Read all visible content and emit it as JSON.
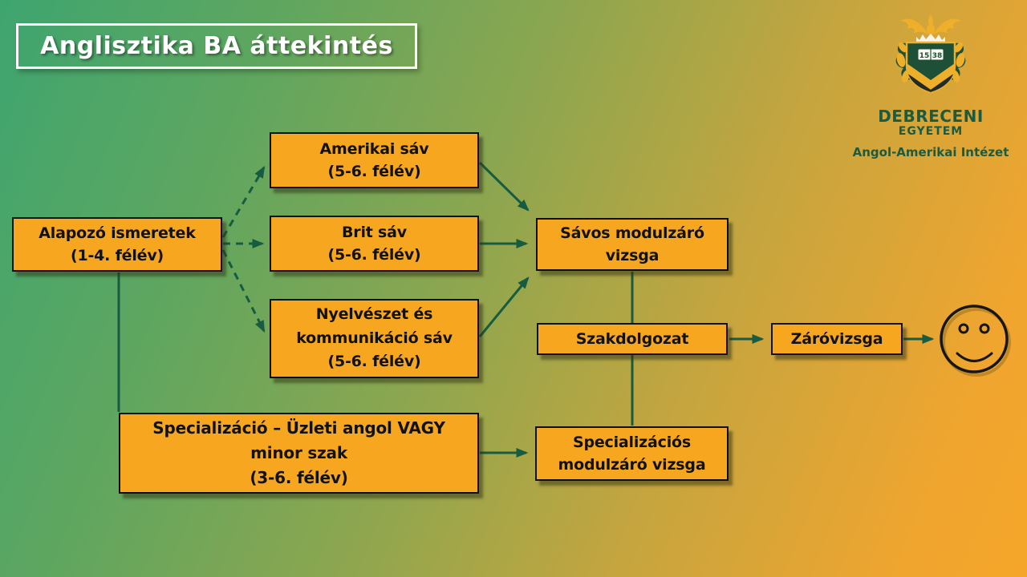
{
  "title": "Anglisztika BA áttekintés",
  "logo": {
    "university": "DEBRECENI",
    "university2": "EGYETEM",
    "institute": "Angol-Amerikai Intézet",
    "book_year_left": "15",
    "book_year_right": "38"
  },
  "nodes": {
    "alapozo": {
      "line1": "Alapozó ismeretek",
      "line2": "(1-4. félév)"
    },
    "amerikai": {
      "line1": "Amerikai sáv",
      "line2": "(5-6. félév)"
    },
    "brit": {
      "line1": "Brit sáv",
      "line2": "(5-6. félév)"
    },
    "nyelveszet": {
      "line1": "Nyelvészet és",
      "line2": "kommunikáció sáv",
      "line3": "(5-6. félév)"
    },
    "savos": {
      "line1": "Sávos modulzáró",
      "line2": "vizsga"
    },
    "szakdolgozat": {
      "line1": "Szakdolgozat"
    },
    "zarovizsga": {
      "line1": "Záróvizsga"
    },
    "specializacio": {
      "line1": "Specializáció – Üzleti angol VAGY",
      "line2": "minor szak",
      "line3": "(3-6. félév)"
    },
    "specmodul": {
      "line1": "Specializációs",
      "line2": "modulzáró vizsga"
    }
  },
  "icons": {
    "smiley": "smiley-face",
    "crest": "university-of-debrecen-crest"
  },
  "colors": {
    "background_green": "#3ea56f",
    "background_orange": "#f5a629",
    "node_fill": "#f7a71f",
    "node_border": "#101010",
    "connector_green": "#175c41",
    "logo_green": "#1d5b40",
    "logo_gold": "#eeb02a",
    "title_text": "#ffffff"
  }
}
